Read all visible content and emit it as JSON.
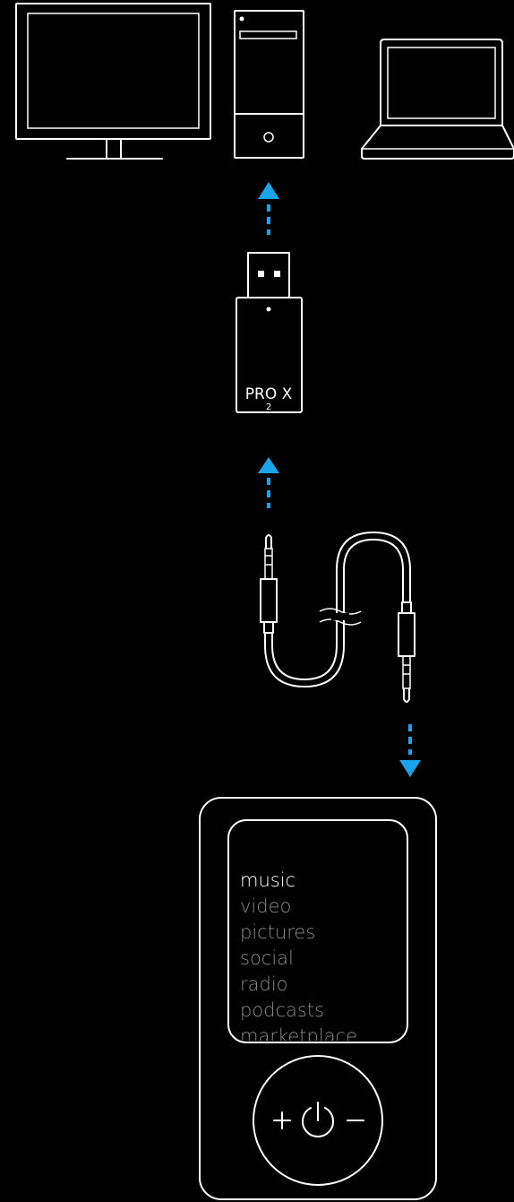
{
  "dongle": {
    "brand": "PRO X",
    "subscript": "2"
  },
  "player": {
    "menu": [
      {
        "label": "music",
        "selected": true
      },
      {
        "label": "video",
        "selected": false
      },
      {
        "label": "pictures",
        "selected": false
      },
      {
        "label": "social",
        "selected": false
      },
      {
        "label": "radio",
        "selected": false
      },
      {
        "label": "podcasts",
        "selected": false
      },
      {
        "label": "marketplace",
        "selected": false
      }
    ],
    "controls": {
      "plus": "+",
      "minus": "−"
    }
  },
  "colors": {
    "background": "#000000",
    "line": "#ffffff",
    "arrow": "#1aa3e8",
    "menu_selected": "#ffffff",
    "menu_dim": "#8a8a8a"
  }
}
